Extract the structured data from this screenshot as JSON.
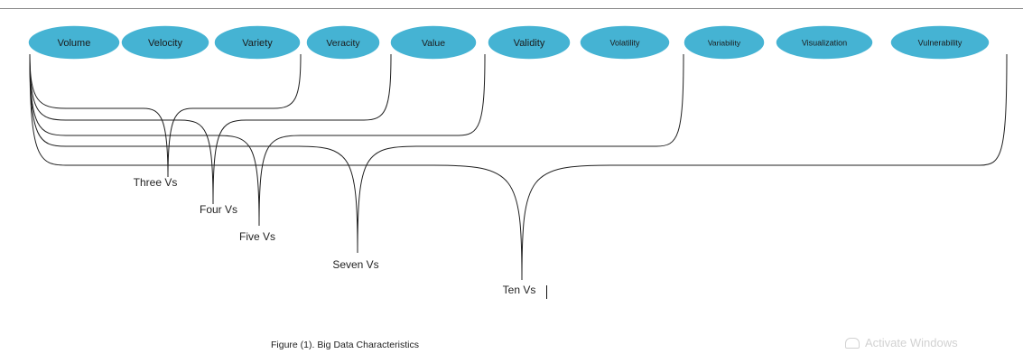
{
  "characteristics": [
    "Volume",
    "Velocity",
    "Variety",
    "Veracity",
    "Value",
    "Validity",
    "Volatility",
    "Variability",
    "Visualization",
    "Vulnerability"
  ],
  "groups": [
    {
      "label": "Three Vs",
      "count": 3
    },
    {
      "label": "Four Vs",
      "count": 4
    },
    {
      "label": "Five Vs",
      "count": 5
    },
    {
      "label": "Seven Vs",
      "count": 7
    },
    {
      "label": "Ten Vs",
      "count": 10
    }
  ],
  "caption": "Figure (1). Big Data Characteristics",
  "watermark": "Activate Windows",
  "colors": {
    "pill_fill": "#45b3d3",
    "line": "#1f1f1f"
  }
}
